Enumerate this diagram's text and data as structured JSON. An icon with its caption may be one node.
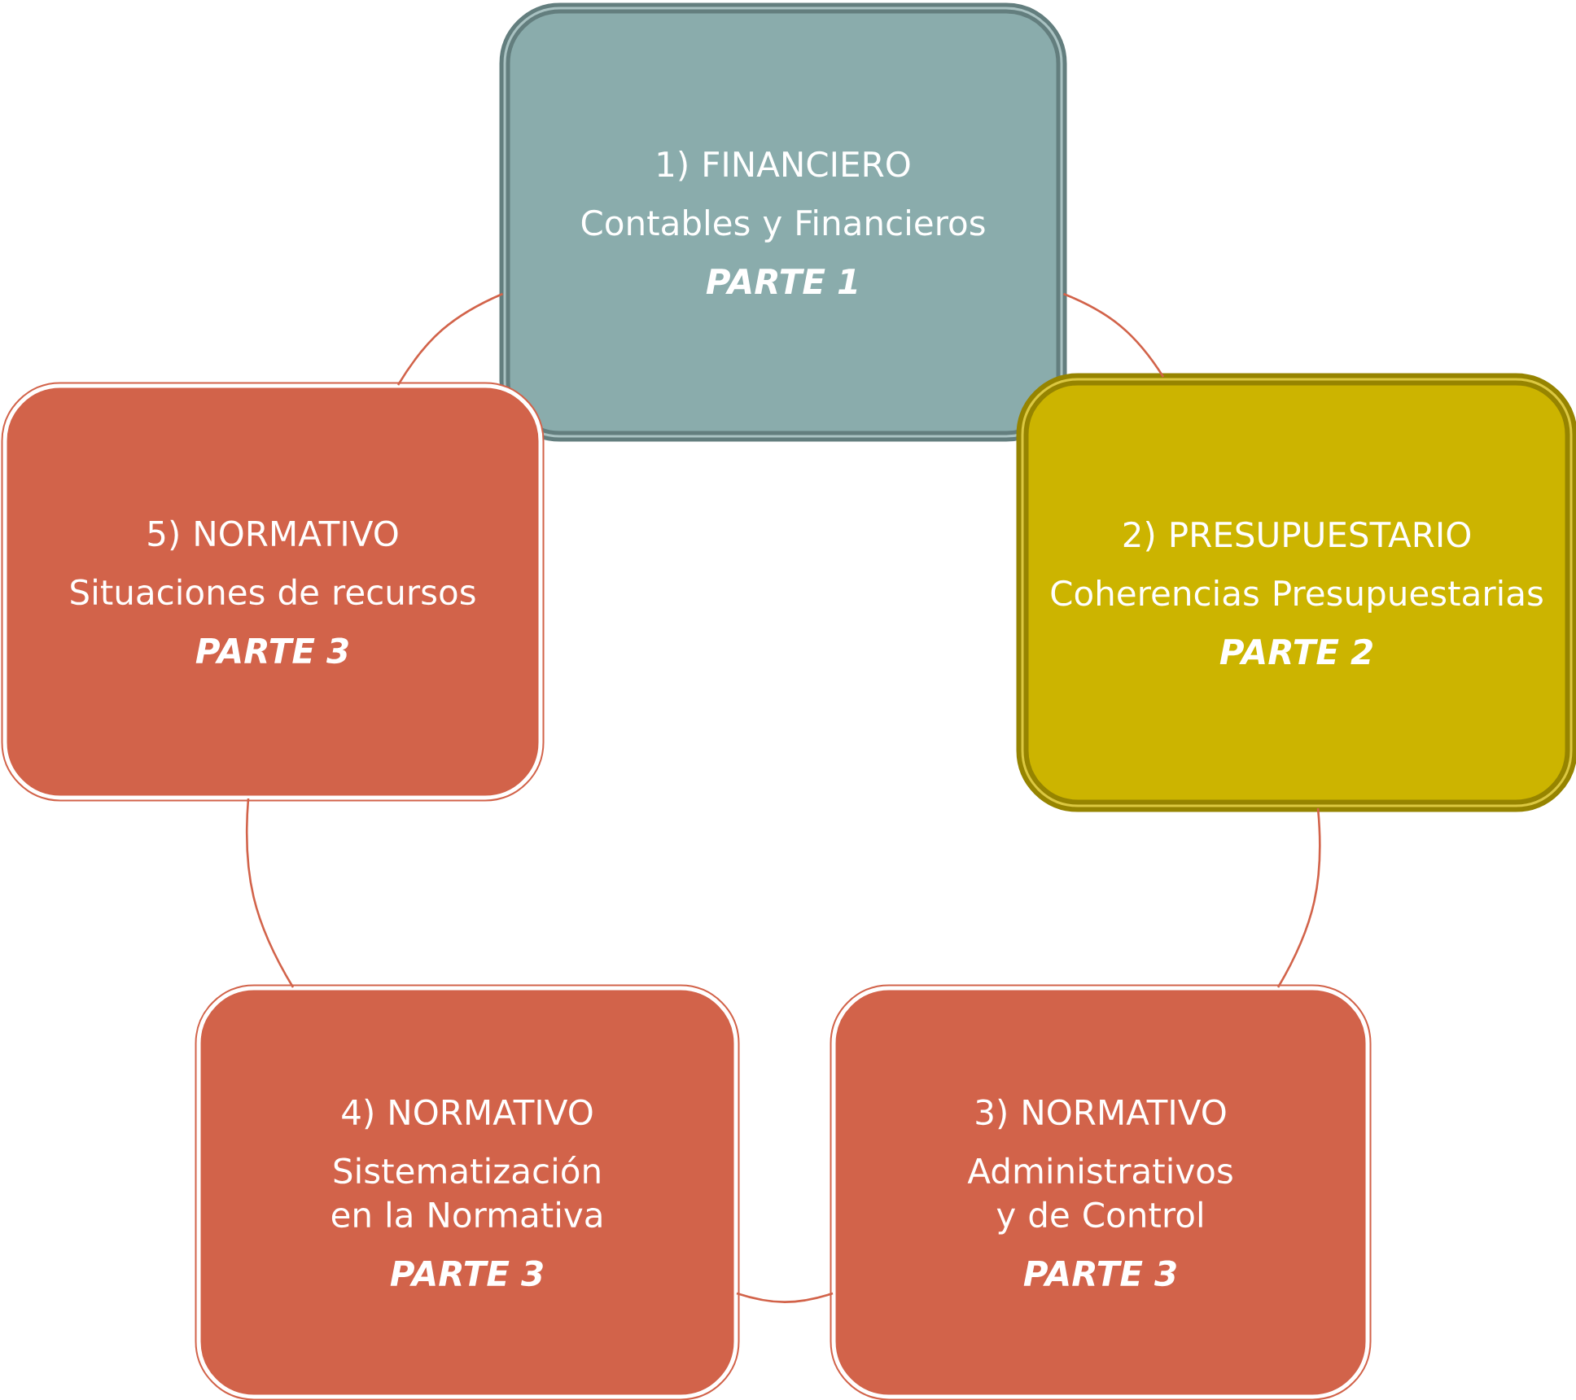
{
  "diagram": {
    "nodes": [
      {
        "text": [
          "1) FINANCIERO",
          "Contables y Financieros",
          "PARTE 1"
        ]
      },
      {
        "text": [
          "2) PRESUPUESTARIO",
          "Coherencias Presupuestarias",
          "PARTE 2"
        ]
      },
      {
        "text": [
          "3) NORMATIVO",
          "Administrativos y de Control",
          "PARTE 3"
        ]
      },
      {
        "text": [
          "4) NORMATIVO",
          "Sistematización en la Normativa",
          "PARTE 3"
        ]
      },
      {
        "text": [
          "5) NORMATIVO",
          "Situaciones de recursos",
          "PARTE 3"
        ]
      }
    ],
    "edges": [
      {
        "from": 0,
        "to": 1,
        "arrow": "none"
      },
      {
        "from": 1,
        "to": 2,
        "arrow": "none"
      },
      {
        "from": 2,
        "to": 3,
        "arrow": "none"
      },
      {
        "from": 3,
        "to": 4,
        "arrow": "none"
      },
      {
        "from": 4,
        "to": 0,
        "arrow": "none"
      }
    ]
  }
}
